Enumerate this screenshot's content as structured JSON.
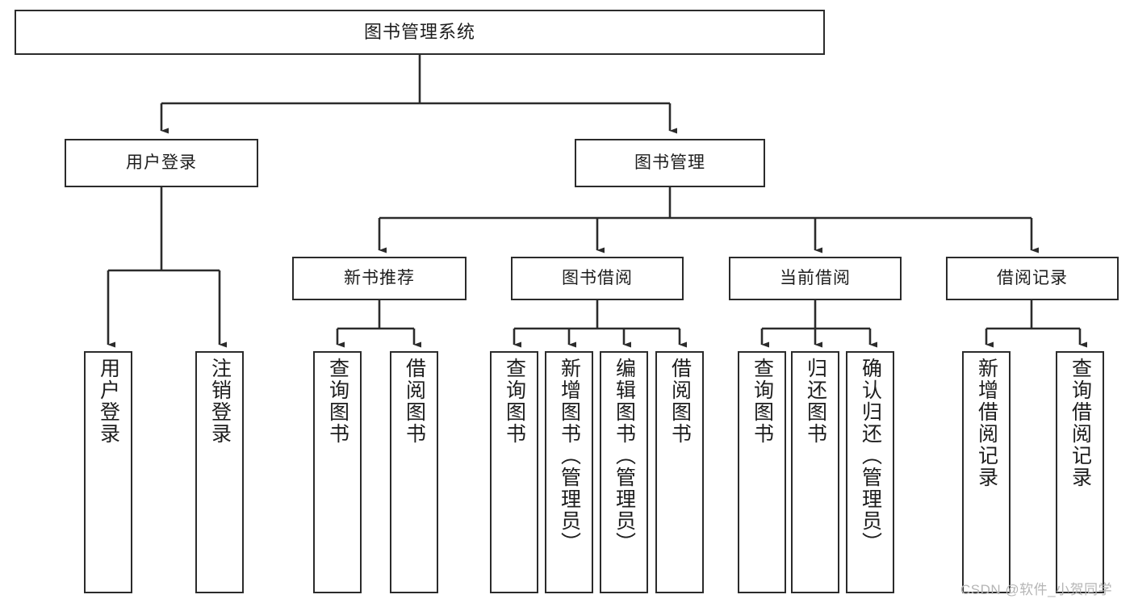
{
  "diagram": {
    "title": "图书管理系统",
    "type": "tree",
    "watermark": "CSDN @软件_小贺同学",
    "colors": {
      "node_border": "#2b2b2b",
      "node_fill": "#ffffff",
      "connector": "#2b2b2b",
      "text": "#1d1d1d",
      "watermark": "#b5b5b5",
      "background": "#ffffff"
    },
    "root": {
      "label": "图书管理系统"
    },
    "level2": [
      {
        "label": "用户登录"
      },
      {
        "label": "图书管理"
      }
    ],
    "level3": [
      {
        "label": "新书推荐",
        "parent": "图书管理"
      },
      {
        "label": "图书借阅",
        "parent": "图书管理"
      },
      {
        "label": "当前借阅",
        "parent": "图书管理"
      },
      {
        "label": "借阅记录",
        "parent": "图书管理"
      }
    ],
    "leaves": [
      {
        "label": "用户登录",
        "parent": "用户登录"
      },
      {
        "label": "注销登录",
        "parent": "用户登录"
      },
      {
        "label": "查询图书",
        "parent": "新书推荐"
      },
      {
        "label": "借阅图书",
        "parent": "新书推荐"
      },
      {
        "label": "查询图书",
        "parent": "图书借阅"
      },
      {
        "label": "新增图书（管理员）",
        "parent": "图书借阅"
      },
      {
        "label": "编辑图书（管理员）",
        "parent": "图书借阅"
      },
      {
        "label": "借阅图书",
        "parent": "图书借阅"
      },
      {
        "label": "查询图书",
        "parent": "当前借阅"
      },
      {
        "label": "归还图书",
        "parent": "当前借阅"
      },
      {
        "label": "确认归还（管理员）",
        "parent": "当前借阅"
      },
      {
        "label": "新增借阅记录",
        "parent": "借阅记录"
      },
      {
        "label": "查询借阅记录",
        "parent": "借阅记录"
      }
    ]
  }
}
